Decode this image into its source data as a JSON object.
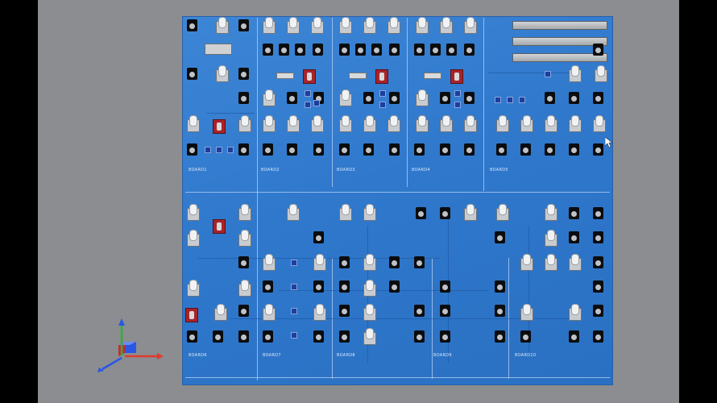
{
  "viewer": {
    "background": "#8b8d90",
    "board_color": "#2f78cc"
  },
  "silkscreen": {
    "upper": [
      "BOARD1",
      "BOARD2",
      "BOARD3",
      "BOARD4",
      "BOARD5"
    ],
    "lower": [
      "BOARD6",
      "BOARD7",
      "BOARD8",
      "BOARD9",
      "BOARD10"
    ]
  },
  "axis_triad": {
    "x_color": "#e23a2e",
    "y_color": "#2fae3b",
    "z_color": "#2a56e6",
    "icon": "xyz-axis-triad-icon"
  },
  "cursor": {
    "icon": "mouse-pointer-icon"
  }
}
